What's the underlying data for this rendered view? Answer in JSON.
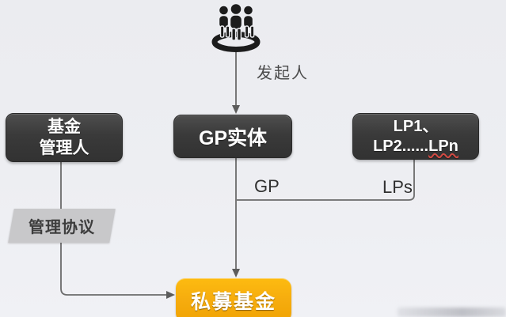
{
  "diagram": {
    "sponsor": {
      "label": "发起人",
      "icon": "people-group-icon"
    },
    "nodes": {
      "manager": {
        "line1": "基金",
        "line2": "管理人"
      },
      "gp_entity": {
        "label": "GP实体"
      },
      "lp": {
        "line1": "LP1、",
        "line2_prefix": "LP2......",
        "line2_suffix": "LPn"
      },
      "agreement": {
        "label": "管理协议"
      },
      "fund": {
        "label": "私募基金"
      }
    },
    "edge_labels": {
      "gp": "GP",
      "lps": "LPs"
    },
    "colors": {
      "background": "#edeef2",
      "node_dark": "#3a3a3a",
      "node_text": "#ffffff",
      "fund_orange": "#f6ac0e",
      "agreement_gray": "#c8c8ca",
      "connector_line": "#6b6b6b",
      "arrowhead": "#5c5c5c",
      "label_text": "#3c3c3c",
      "lp_underline_red": "#d24a43",
      "icon_black": "#1c1c1c"
    }
  }
}
